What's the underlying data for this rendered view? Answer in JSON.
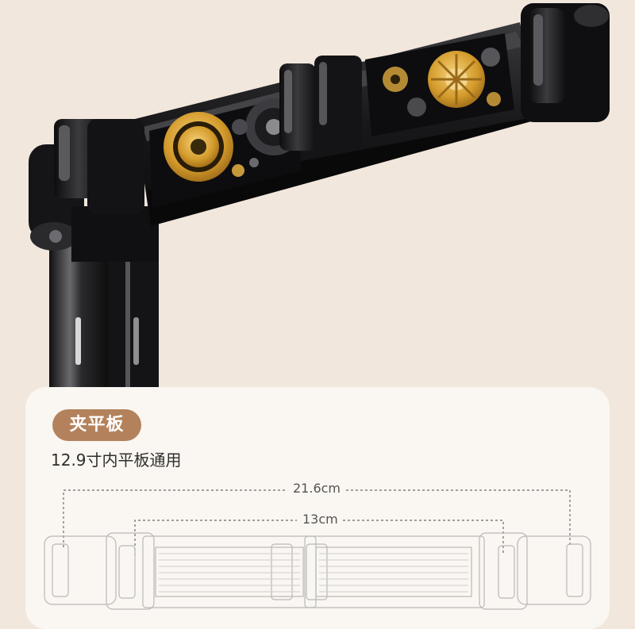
{
  "spec": {
    "badge": "夹平板",
    "compat_text": "12.9寸内平板通用",
    "outer_width": "21.6cm",
    "inner_width": "13cm"
  },
  "colors": {
    "background": "#f1e7dc",
    "card": "#faf6f1",
    "badge": "#b3825c",
    "gold": "#d9a63a",
    "metal": "#1b1b1d"
  }
}
